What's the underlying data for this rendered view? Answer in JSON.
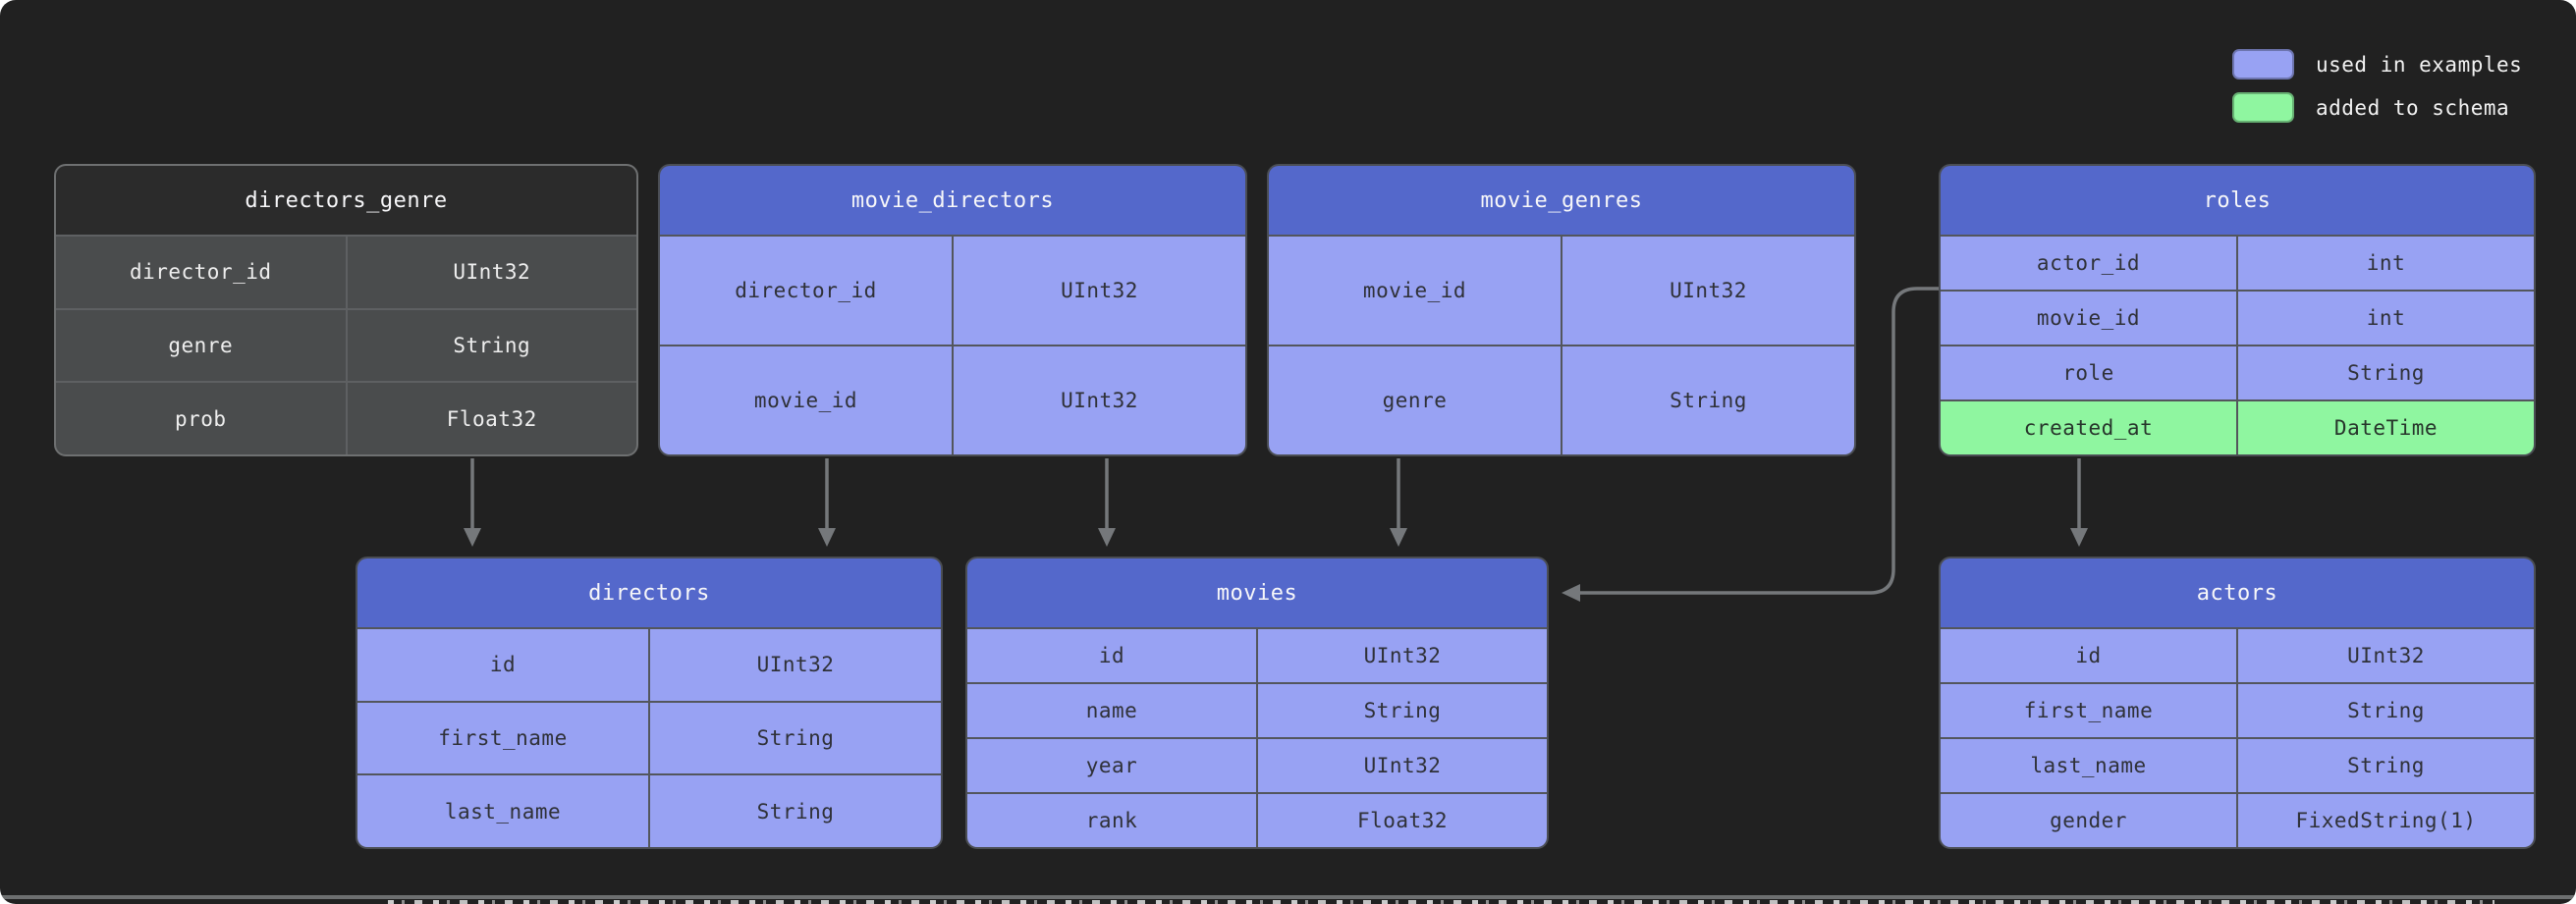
{
  "legend": {
    "items": [
      {
        "label": "used in examples",
        "swatch_color": "#98a2f3"
      },
      {
        "label": "added to schema",
        "swatch_color": "#8ff6a0"
      }
    ]
  },
  "diagram": {
    "tables": [
      {
        "name": "directors_genre",
        "theme": "dark",
        "fields": [
          {
            "name": "director_id",
            "type": "UInt32"
          },
          {
            "name": "genre",
            "type": "String"
          },
          {
            "name": "prob",
            "type": "Float32"
          }
        ]
      },
      {
        "name": "movie_directors",
        "theme": "blue",
        "fields": [
          {
            "name": "director_id",
            "type": "UInt32"
          },
          {
            "name": "movie_id",
            "type": "UInt32"
          }
        ]
      },
      {
        "name": "movie_genres",
        "theme": "blue",
        "fields": [
          {
            "name": "movie_id",
            "type": "UInt32"
          },
          {
            "name": "genre",
            "type": "String"
          }
        ]
      },
      {
        "name": "roles",
        "theme": "blue",
        "fields": [
          {
            "name": "actor_id",
            "type": "int"
          },
          {
            "name": "movie_id",
            "type": "int"
          },
          {
            "name": "role",
            "type": "String"
          },
          {
            "name": "created_at",
            "type": "DateTime",
            "highlight": "added_to_schema"
          }
        ]
      },
      {
        "name": "directors",
        "theme": "blue",
        "fields": [
          {
            "name": "id",
            "type": "UInt32"
          },
          {
            "name": "first_name",
            "type": "String"
          },
          {
            "name": "last_name",
            "type": "String"
          }
        ]
      },
      {
        "name": "movies",
        "theme": "blue",
        "fields": [
          {
            "name": "id",
            "type": "UInt32"
          },
          {
            "name": "name",
            "type": "String"
          },
          {
            "name": "year",
            "type": "UInt32"
          },
          {
            "name": "rank",
            "type": "Float32"
          }
        ]
      },
      {
        "name": "actors",
        "theme": "blue",
        "fields": [
          {
            "name": "id",
            "type": "UInt32"
          },
          {
            "name": "first_name",
            "type": "String"
          },
          {
            "name": "last_name",
            "type": "String"
          },
          {
            "name": "gender",
            "type": "FixedString(1)"
          }
        ]
      }
    ],
    "relations": [
      {
        "from": "directors_genre",
        "to": "directors"
      },
      {
        "from": "movie_directors",
        "to": "directors"
      },
      {
        "from": "movie_directors",
        "to": "movies"
      },
      {
        "from": "movie_genres",
        "to": "movies"
      },
      {
        "from": "roles",
        "to": "movies"
      },
      {
        "from": "roles",
        "to": "actors"
      }
    ]
  },
  "colors": {
    "panel_background": "#212121",
    "used_in_examples": "#98a2f3",
    "added_to_schema": "#8ff6a0",
    "blue_table_header": "#5468cb",
    "dark_table_header": "#2b2b2b",
    "dark_table_cell": "#4a4c4d",
    "arrow": "#75787b"
  }
}
